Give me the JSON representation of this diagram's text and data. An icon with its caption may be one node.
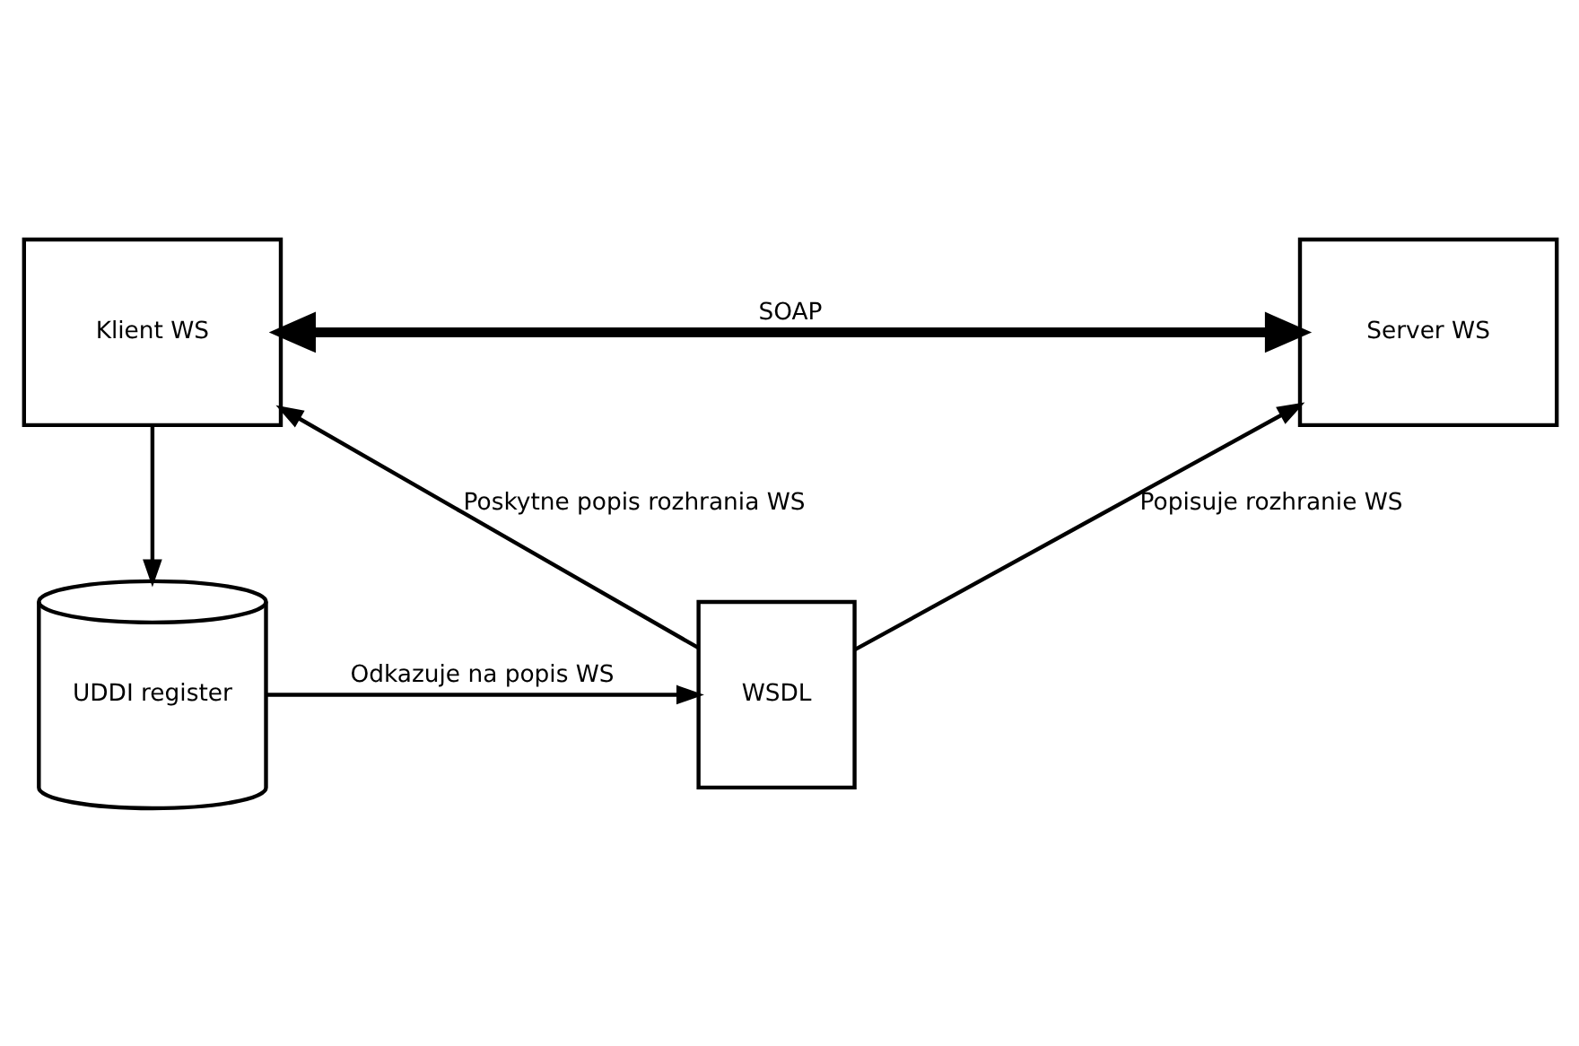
{
  "diagram": {
    "nodes": [
      {
        "text": [
          "Klient WS"
        ]
      },
      {
        "text": [
          "Server WS"
        ]
      },
      {
        "text": [
          "UDDI register"
        ]
      },
      {
        "text": [
          "WSDL"
        ]
      }
    ],
    "edges": [
      {
        "from": 0,
        "to": 1,
        "arrow": "both",
        "label": "SOAP",
        "style": "thick"
      },
      {
        "from": 0,
        "to": 2,
        "arrow": "to"
      },
      {
        "from": 2,
        "to": 3,
        "arrow": "to",
        "label": "Odkazuje na popis WS"
      },
      {
        "from": 3,
        "to": 0,
        "arrow": "to",
        "label": "Poskytne popis rozhrania WS"
      },
      {
        "from": 3,
        "to": 1,
        "arrow": "to",
        "label": "Popisuje rozhranie WS"
      }
    ]
  }
}
